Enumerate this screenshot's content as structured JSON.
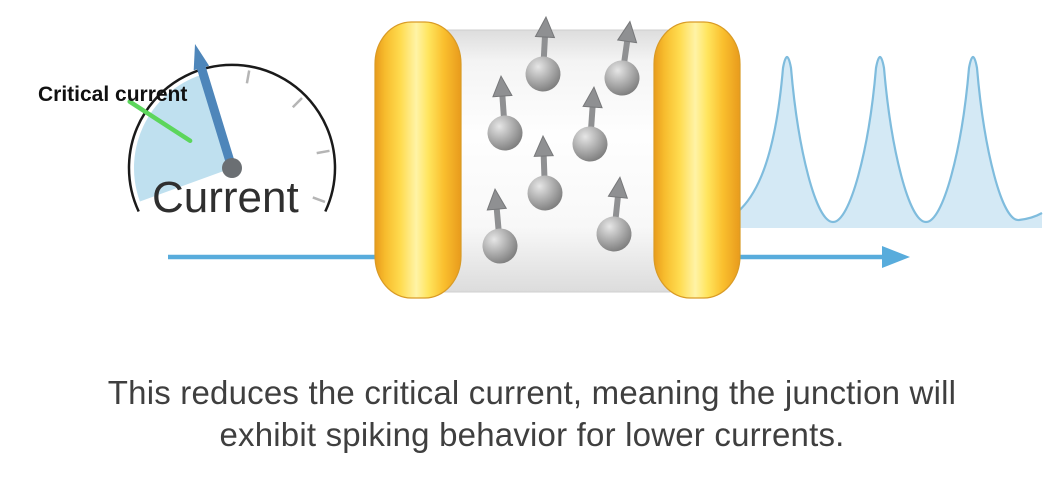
{
  "meter": {
    "critical_label": "Critical current",
    "current_label": "Current"
  },
  "caption": {
    "line1": "This reduces the critical current, meaning the junction will",
    "line2": "exhibit spiking behavior for lower currents."
  },
  "colors": {
    "needle_blue": "#4e86ba",
    "gauge_wedge_blue": "#bfe0ef",
    "critical_green": "#5cd65c",
    "flow_arrow_blue": "#58acdc",
    "spike_stroke_blue": "#7fbcdd",
    "spike_fill_blue": "#d4e9f5",
    "cap_yellow": "#ffdc50",
    "cap_orange": "#e89b1c",
    "sphere_gray": "#9a9a9a",
    "caption_gray": "#3f3f3f"
  }
}
